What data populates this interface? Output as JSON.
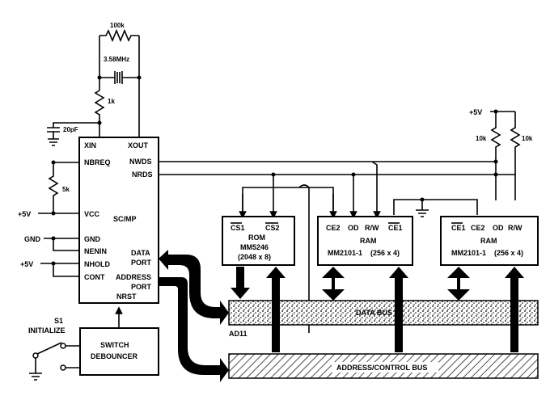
{
  "osc": {
    "r_fb": "100k",
    "crystal": "3.58MHz",
    "r_series": "1k",
    "cap": "20pF"
  },
  "cpu": {
    "name": "SC/MP",
    "pins": {
      "xin": "XIN",
      "xout": "XOUT",
      "nbreq": "NBREQ",
      "nwds": "NWDS",
      "nrds": "NRDS",
      "vcc": "VCC",
      "gnd": "GND",
      "nenin": "NENIN",
      "nhold": "NHOLD",
      "cont": "CONT",
      "data": "DATA",
      "data2": "PORT",
      "address": "ADDRESS",
      "address2": "PORT",
      "nrst": "NRST"
    }
  },
  "left": {
    "r_pullup": "5k",
    "vplus1": "+5V",
    "gnd": "GND",
    "vplus2": "+5V"
  },
  "rom": {
    "cs1": "CS1",
    "cs2": "CS2",
    "type": "ROM",
    "part": "MM5246",
    "org": "(2048 x 8)"
  },
  "ram1": {
    "ce2": "CE2",
    "od": "OD",
    "rw": "R/W",
    "ce1": "CE1",
    "type": "RAM",
    "part": "MM2101-1",
    "org": "(256 x 4)"
  },
  "ram2": {
    "ce1": "CE1",
    "ce2": "CE2",
    "od": "OD",
    "rw": "R/W",
    "type": "RAM",
    "part": "MM2101-1",
    "org": "(256 x 4)"
  },
  "right": {
    "vplus": "+5V",
    "r1": "10k",
    "r2": "10k"
  },
  "switch": {
    "s1": "S1",
    "initialize": "INITIALIZE",
    "debouncer1": "SWITCH",
    "debouncer2": "DEBOUNCER"
  },
  "bus": {
    "data_bus": "DATA BUS",
    "address_bus": "ADDRESS/CONTROL BUS",
    "ad11": "AD11"
  }
}
